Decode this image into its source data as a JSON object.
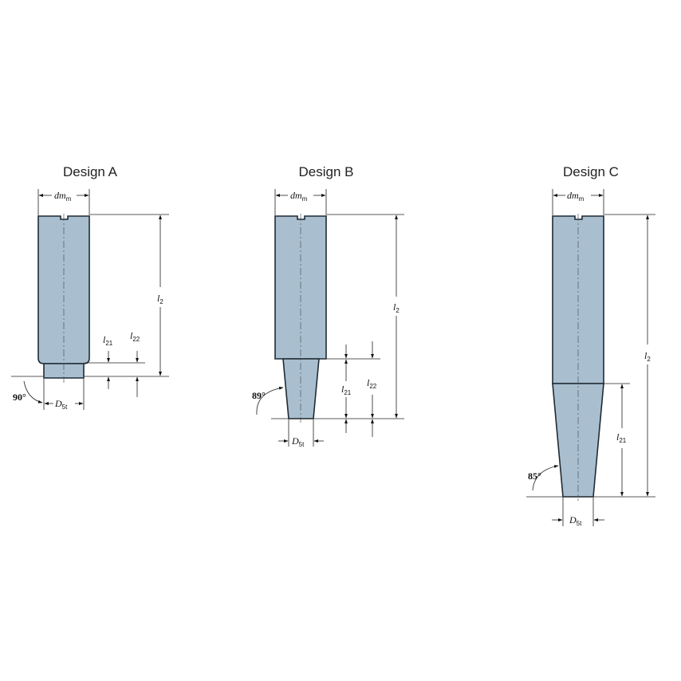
{
  "designs": [
    {
      "title": "Design A",
      "dm_label": "dm",
      "dm_sub": "m",
      "l2_label": "l",
      "l2_sub": "2",
      "l21_label": "l",
      "l21_sub": "21",
      "l22_label": "l",
      "l22_sub": "22",
      "d5t_label": "D",
      "d5t_sub": "5t",
      "angle": "90°"
    },
    {
      "title": "Design B",
      "dm_label": "dm",
      "dm_sub": "m",
      "l2_label": "l",
      "l2_sub": "2",
      "l21_label": "l",
      "l21_sub": "21",
      "l22_label": "l",
      "l22_sub": "22",
      "d5t_label": "D",
      "d5t_sub": "5t",
      "angle": "89°"
    },
    {
      "title": "Design C",
      "dm_label": "dm",
      "dm_sub": "m",
      "l2_label": "l",
      "l2_sub": "2",
      "l21_label": "l",
      "l21_sub": "21",
      "d5t_label": "D",
      "d5t_sub": "5t",
      "angle": "85°"
    }
  ],
  "colors": {
    "body": "#a9bfcf",
    "outline": "#1f2a33"
  }
}
